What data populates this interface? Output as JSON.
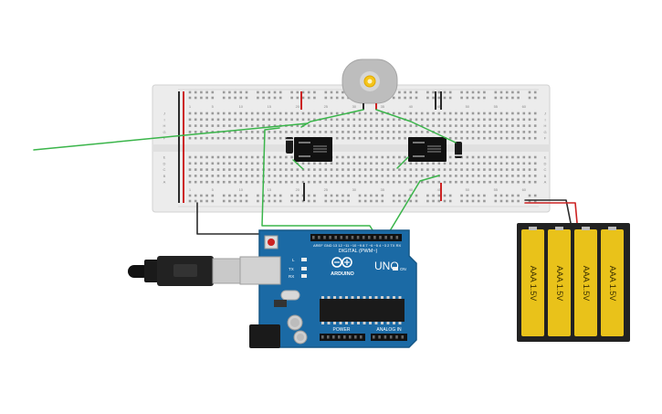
{
  "arduino": {
    "brand": "ARDUINO",
    "model": "UNO",
    "digital_header": "DIGITAL (PWM~)",
    "power_header": "POWER",
    "analog_header": "ANALOG IN",
    "on_label": "ON",
    "tx_label": "TX",
    "rx_label": "RX",
    "l_label": "L"
  },
  "battery": {
    "cells": [
      "AAA 1.5V",
      "AAA 1.5V",
      "AAA 1.5V",
      "AAA 1.5V"
    ]
  },
  "breadboard": {
    "col_numbers": [
      "1",
      "5",
      "10",
      "15",
      "20",
      "25",
      "30",
      "35",
      "40",
      "45",
      "50",
      "55",
      "60"
    ],
    "row_letters_top": [
      "J",
      "I",
      "H",
      "G",
      "F"
    ],
    "row_letters_bottom": [
      "E",
      "D",
      "C",
      "B",
      "A"
    ]
  },
  "colors": {
    "wire_green": "#3ab54a",
    "wire_black": "#333333",
    "wire_red": "#cc2222",
    "arduino_blue": "#1b6aa5",
    "battery_yellow": "#e9c21a",
    "breadboard": "#ececec"
  }
}
